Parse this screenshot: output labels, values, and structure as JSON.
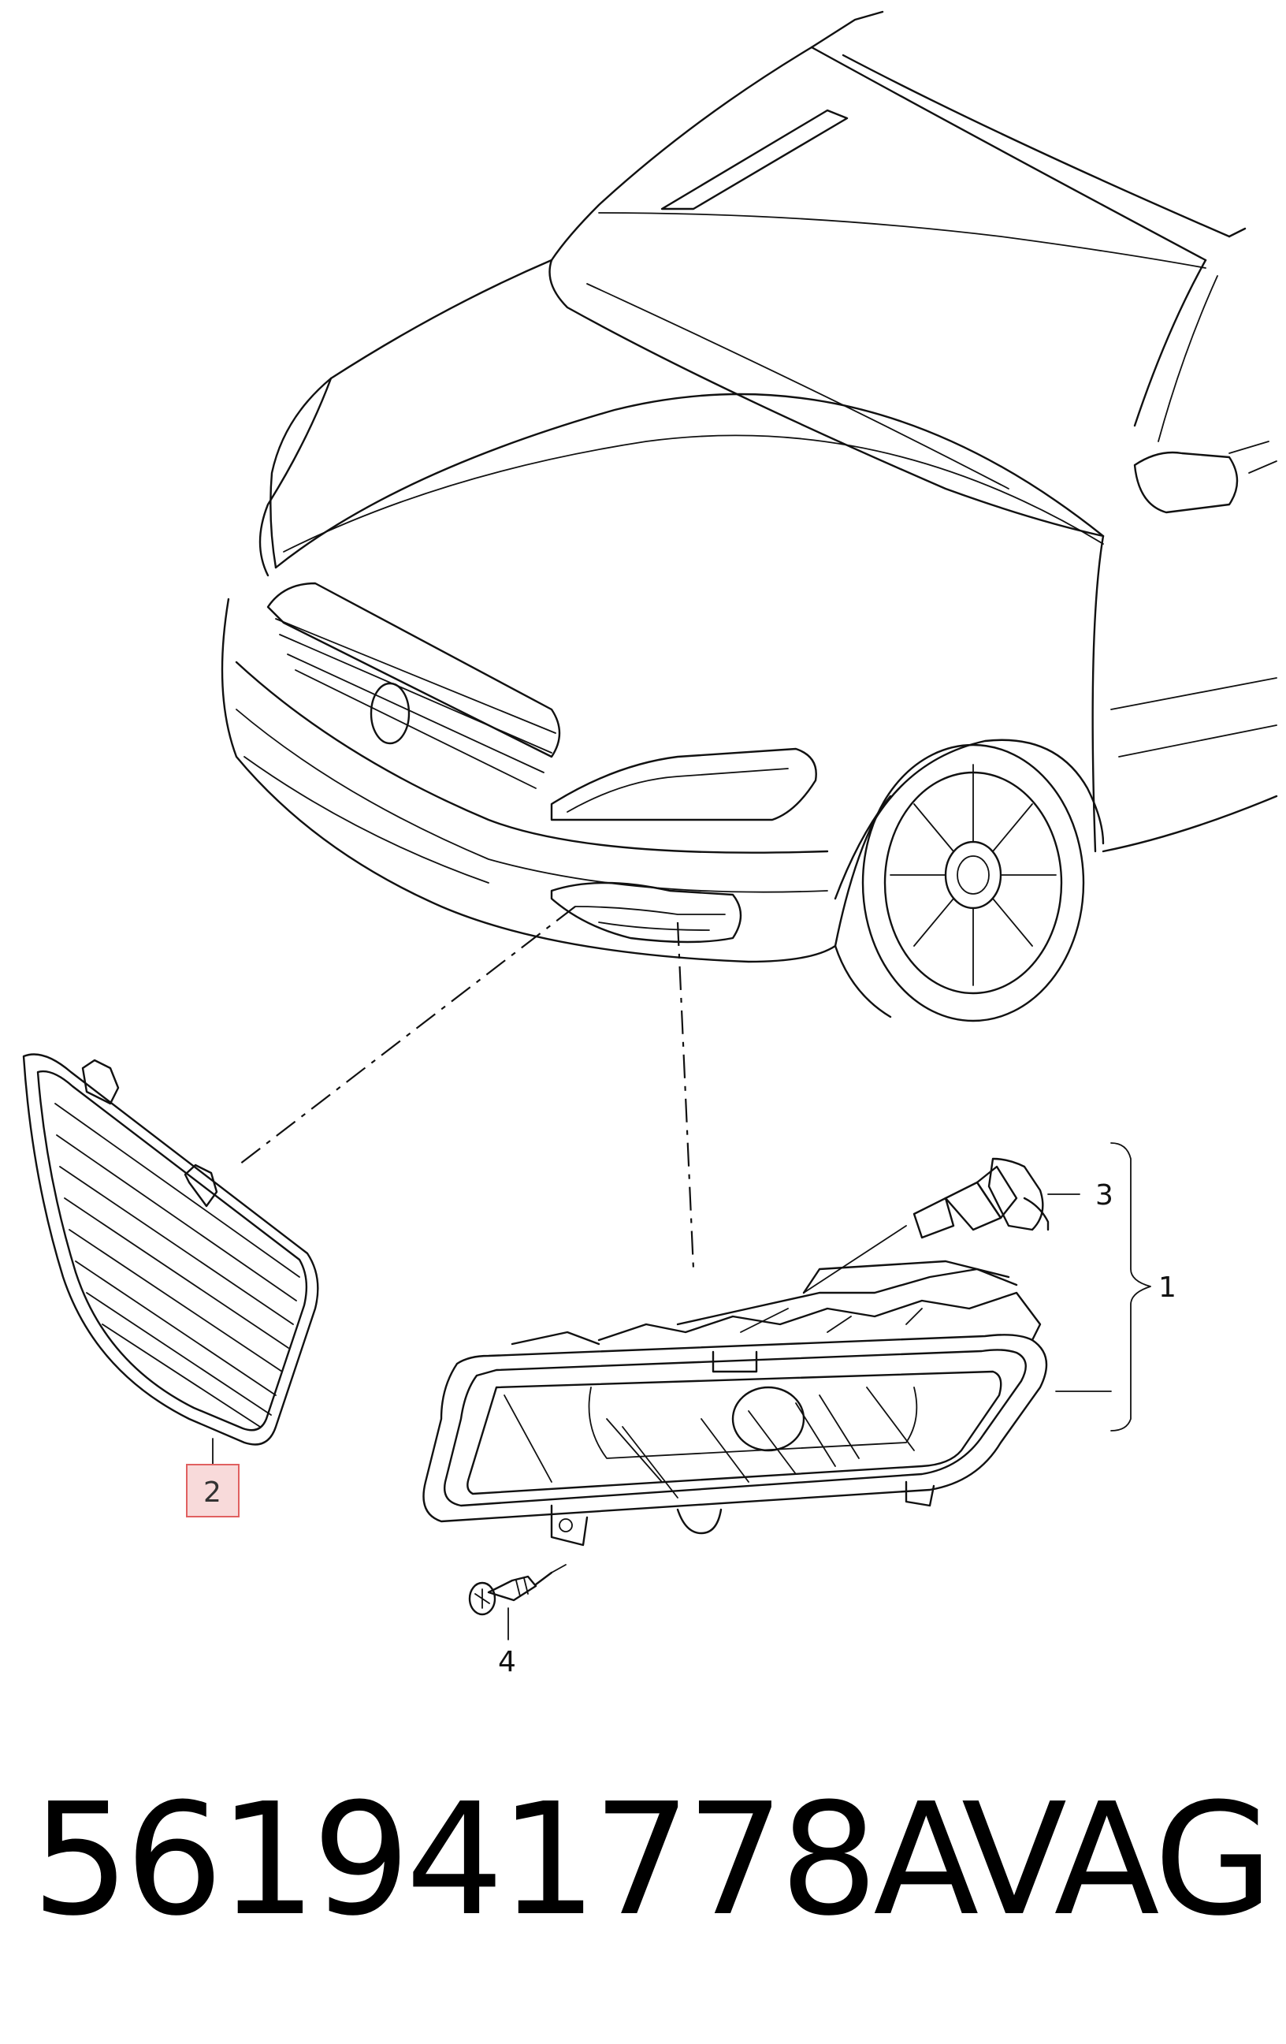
{
  "diagram": {
    "callouts": {
      "c1": "1",
      "c2": "2",
      "c3": "3",
      "c4": "4"
    },
    "highlight_color": "#f8dada",
    "highlight_border": "#e06060"
  },
  "footer": {
    "part_number": "561941778A",
    "brand": "VAG"
  }
}
